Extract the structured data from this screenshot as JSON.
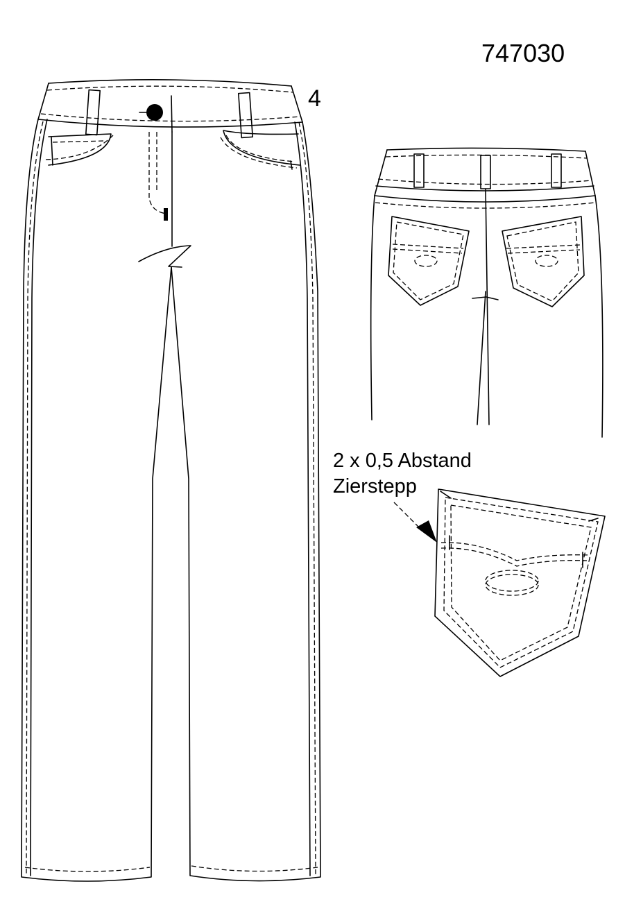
{
  "header": {
    "article_number": "747030",
    "size": "4"
  },
  "annotation": {
    "line1": "2 x 0,5 Abstand",
    "line2": "Zierstepp"
  },
  "colors": {
    "line": "#000000",
    "background": "#ffffff"
  },
  "icons": {
    "button": "button-icon",
    "arrow": "arrow-icon"
  }
}
